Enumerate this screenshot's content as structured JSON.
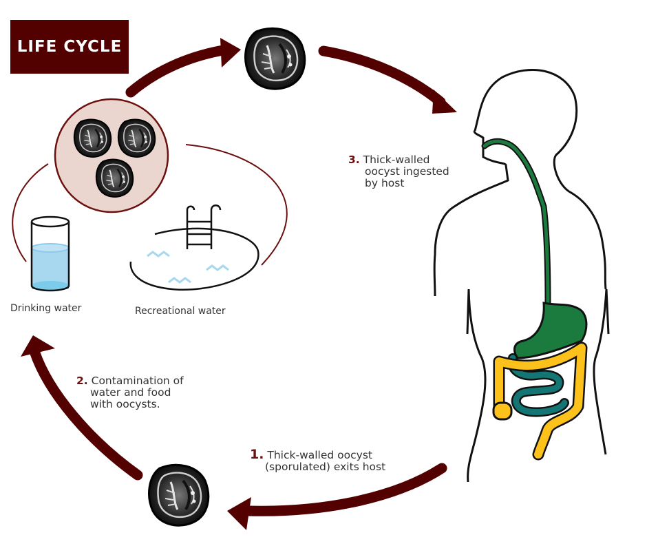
{
  "title": "LIFE CYCLE",
  "colors": {
    "arrow": "#520000",
    "title_bg": "#520000",
    "step_number": "#6b0f0f",
    "esophagus_stomach": "#1b7a3e",
    "small_intestine": "#137674",
    "large_intestine": "#fcc21b",
    "water": "#a8d8f0",
    "oocyst_bg_circle": "#ead6cf"
  },
  "steps": [
    {
      "number": "1.",
      "lines": [
        "Thick-walled oocyst",
        "(sporulated) exits host"
      ]
    },
    {
      "number": "2.",
      "lines": [
        "Contamination of",
        "water and food",
        "with oocysts."
      ]
    },
    {
      "number": "3.",
      "lines": [
        "Thick-walled",
        "oocyst ingested",
        "by host"
      ]
    }
  ],
  "sources": {
    "drinking_label": "Drinking water",
    "recreational_label": "Recreational water"
  },
  "icons": [
    "oocyst-icon",
    "glass-of-water-icon",
    "swimming-pool-icon",
    "human-digestive-system-icon",
    "cycle-arrow-icon"
  ]
}
